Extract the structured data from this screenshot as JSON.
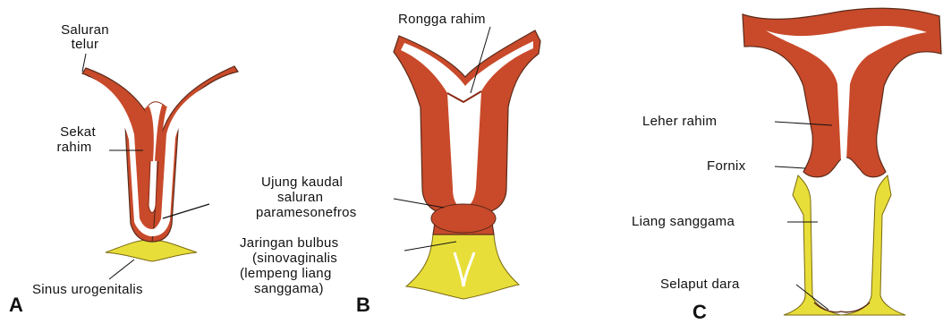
{
  "colors": {
    "muscle": "#c84a2a",
    "muscle_dark": "#8a2a16",
    "lumen": "#ffffff",
    "epithelium": "#e8de3a",
    "outline": "#5a2a1a"
  },
  "panels": {
    "a": {
      "letter": "A",
      "labels": {
        "saluran_telur_1": "Saluran",
        "saluran_telur_2": "telur",
        "sekat_rahim_1": "Sekat",
        "sekat_rahim_2": "rahim",
        "sinus": "Sinus urogenitalis"
      }
    },
    "b": {
      "letter": "B",
      "labels": {
        "rongga": "Rongga rahim",
        "ujung_1": "Ujung kaudal",
        "ujung_2": "saluran",
        "ujung_3": "paramesonefros",
        "jaringan_1": "Jaringan bulbus",
        "jaringan_2": "(sinovaginalis",
        "jaringan_3": "(lempeng liang",
        "jaringan_4": "sanggama)"
      }
    },
    "c": {
      "letter": "C",
      "labels": {
        "leher": "Leher rahim",
        "fornix": "Fornix",
        "liang": "Liang sanggama",
        "selaput": "Selaput dara"
      }
    }
  }
}
